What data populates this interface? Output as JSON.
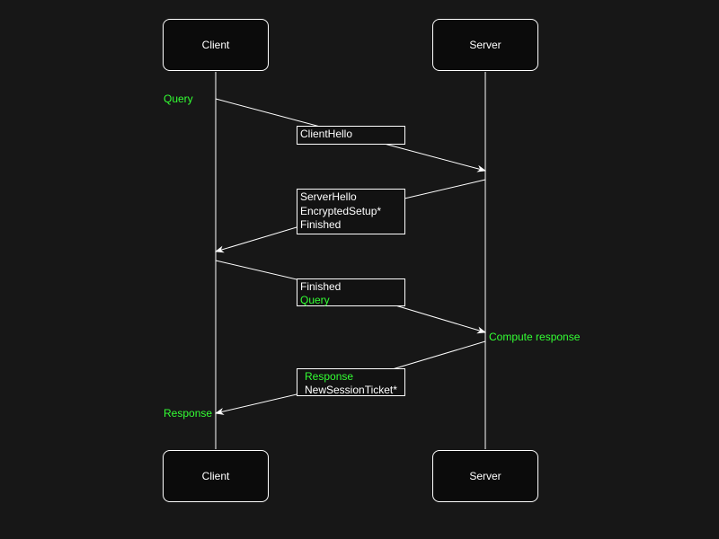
{
  "participants": {
    "client_top": "Client",
    "server_top": "Server",
    "client_bottom": "Client",
    "server_bottom": "Server"
  },
  "labels": {
    "client_query": "Query",
    "server_compute": "Compute response",
    "client_response": "Response"
  },
  "notes": {
    "client_hello": [
      "ClientHello"
    ],
    "server_hello": [
      "ServerHello",
      "EncryptedSetup*",
      "Finished"
    ],
    "client_finished": [
      "Finished",
      "Query"
    ],
    "server_response": [
      "Response",
      "NewSessionTicket*"
    ]
  },
  "colors": {
    "background": "#171717",
    "line": "#ffffff",
    "highlight": "#33ff33"
  }
}
